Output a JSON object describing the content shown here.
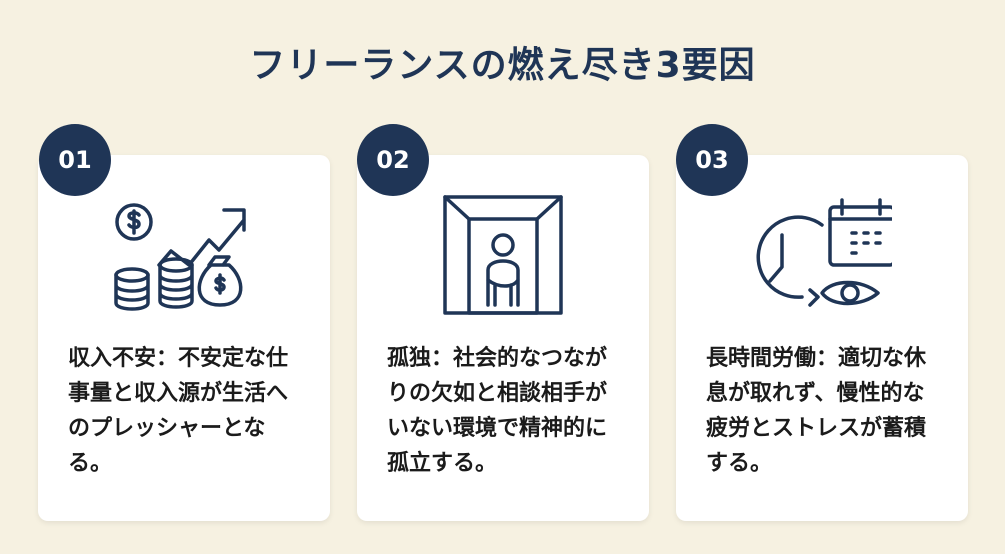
{
  "title": "フリーランスの燃え尽き3要因",
  "cards": [
    {
      "number": "01",
      "icon": "money-growth-icon",
      "text": "収入不安：不安定な仕事量と収入源が生活へのプレッシャーとなる。"
    },
    {
      "number": "02",
      "icon": "isolated-person-icon",
      "text": "孤独：社会的なつながりの欠如と相談相手がいない環境で精神的に孤立する。"
    },
    {
      "number": "03",
      "icon": "clock-calendar-eye-icon",
      "text": "長時間労働：適切な休息が取れず、慢性的な疲労とストレスが蓄積する。"
    }
  ],
  "colors": {
    "navy": "#1f3556",
    "background": "#f6f1e1"
  }
}
